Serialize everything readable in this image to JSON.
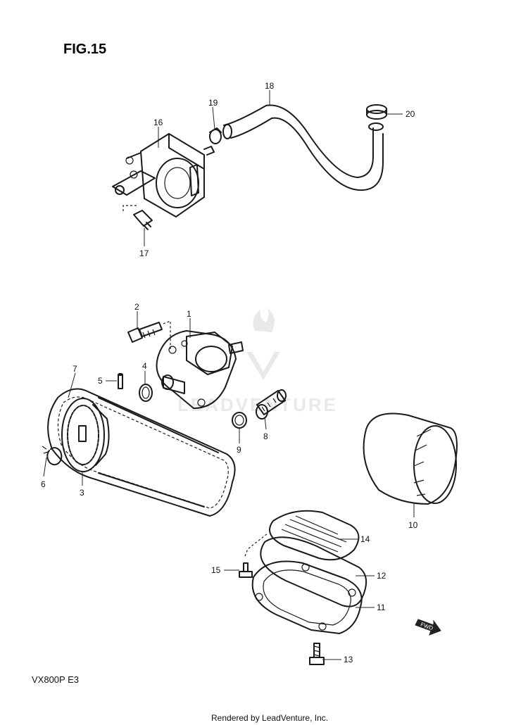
{
  "figure": {
    "title": "FIG.15",
    "model": "VX800P  E3",
    "footer": "Rendered by LeadVenture, Inc.",
    "watermark": "LEADVENTURE"
  },
  "callouts": [
    "1",
    "2",
    "3",
    "4",
    "5",
    "6",
    "7",
    "8",
    "9",
    "10",
    "11",
    "12",
    "13",
    "14",
    "15",
    "16",
    "17",
    "18",
    "19",
    "20"
  ],
  "fwd_label": "FWD",
  "colors": {
    "ink": "#1a1a1a",
    "watermark": "#d8d8d8",
    "fwd_arrow": "#222222"
  }
}
